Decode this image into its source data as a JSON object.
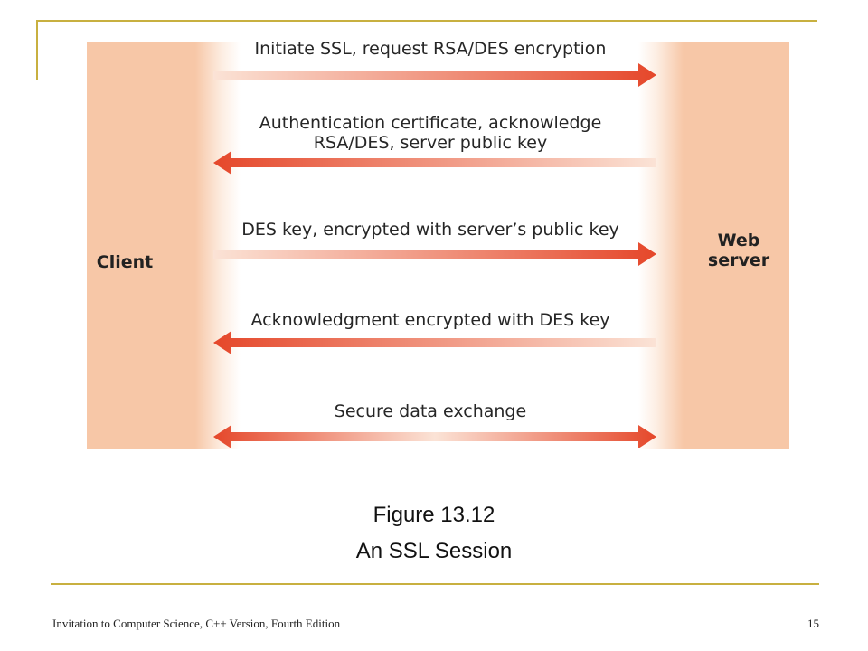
{
  "diagram": {
    "parties": {
      "client": "Client",
      "server": "Web\nserver"
    },
    "messages": [
      {
        "text": "Initiate SSL, request RSA/DES encryption",
        "direction": "right"
      },
      {
        "text": "Authentication certificate, acknowledge\nRSA/DES, server public key",
        "direction": "left"
      },
      {
        "text": "DES key, encrypted with server’s public key",
        "direction": "right"
      },
      {
        "text": "Acknowledgment encrypted with DES key",
        "direction": "left"
      },
      {
        "text": "Secure data exchange",
        "direction": "both"
      }
    ],
    "colors": {
      "party_band": "#f7c7a7",
      "arrow": "#e5472a",
      "arrow_fade": "#fbe3d6"
    }
  },
  "caption": {
    "number": "Figure 13.12",
    "title": "An SSL Session"
  },
  "footer": {
    "book": "Invitation to Computer Science, C++ Version, Fourth Edition",
    "page": "15"
  }
}
